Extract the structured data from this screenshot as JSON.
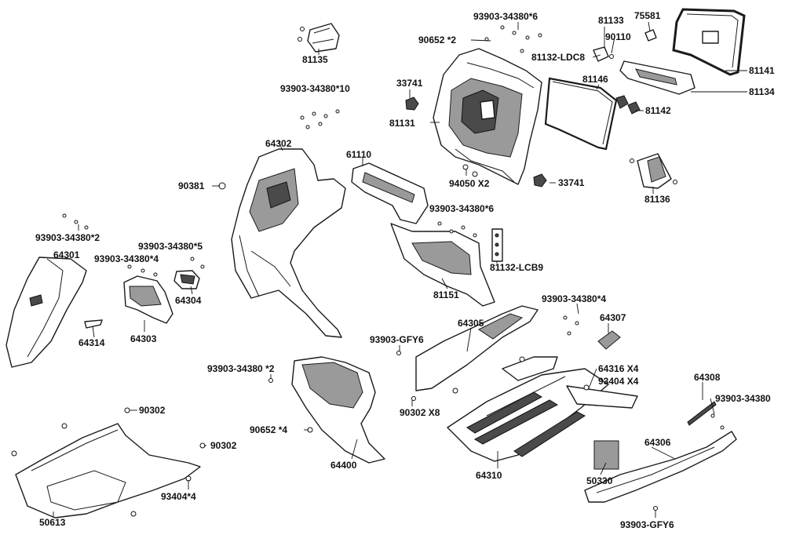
{
  "labels": {
    "p81135": "81135",
    "p93903_6_top": "93903-34380*6",
    "p81133": "81133",
    "p75581": "75581",
    "p90652_2": "90652 *2",
    "p90110": "90110",
    "p81132_ldc8": "81132-LDC8",
    "p81141": "81141",
    "p33741_a": "33741",
    "p81146": "81146",
    "p81134": "81134",
    "p81131": "81131",
    "p81142": "81142",
    "p93903_10": "93903-34380*10",
    "p64302": "64302",
    "p61110": "61110",
    "p90381": "90381",
    "p94050": "94050 X2",
    "p33741_b": "33741",
    "p81136": "81136",
    "p93903_6_mid": "93903-34380*6",
    "p93903_2_left": "93903-34380*2",
    "p93903_5": "93903-34380*5",
    "p93903_4_left": "93903-34380*4",
    "p64301": "64301",
    "p81132_lcb9": "81132-LCB9",
    "p64304": "64304",
    "p81151": "81151",
    "p93903_4_right": "93903-34380*4",
    "p64314": "64314",
    "p64303": "64303",
    "p64305": "64305",
    "p64307": "64307",
    "p93903_gfy6_a": "93903-GFY6",
    "p64316": "64316 X4",
    "p93404_x4": "93404 X4",
    "p93903_2_mid": "93903-34380 *2",
    "p64308": "64308",
    "p90302_a": "90302",
    "p90302_x8": "90302 X8",
    "p93903_right": "93903-34380",
    "p90652_4": "90652 *4",
    "p90302_b": "90302",
    "p64306": "64306",
    "p64400": "64400",
    "p64310": "64310",
    "p50330": "50330",
    "p93404_4": "93404*4",
    "p50613": "50613",
    "p93903_gfy6_b": "93903-GFY6"
  }
}
